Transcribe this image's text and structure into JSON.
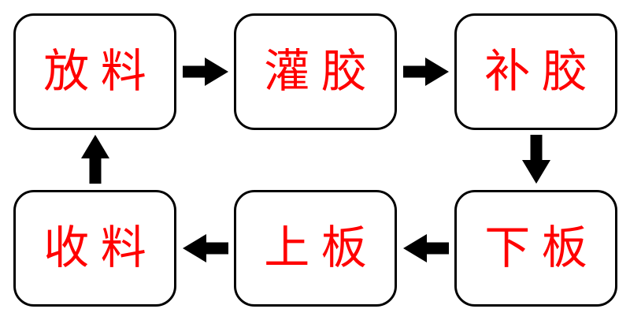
{
  "palette": {
    "background": "#ffffff",
    "node_fill": "#ffffff",
    "node_border": "#000000",
    "label_color": "#ff0000",
    "arrow_color": "#000000"
  },
  "diagram": {
    "type": "flowchart",
    "description": "Cyclic process flow with six steps",
    "nodes": [
      {
        "id": "feed-material",
        "label": "放料"
      },
      {
        "id": "glue-filling",
        "label": "灌胶"
      },
      {
        "id": "glue-refill",
        "label": "补胶"
      },
      {
        "id": "collect-material",
        "label": "收料"
      },
      {
        "id": "load-board",
        "label": "上板"
      },
      {
        "id": "unload-board",
        "label": "下板"
      }
    ],
    "edges": [
      {
        "from": "放料",
        "to": "灌胶",
        "direction": "right"
      },
      {
        "from": "灌胶",
        "to": "补胶",
        "direction": "right"
      },
      {
        "from": "补胶",
        "to": "下板",
        "direction": "down"
      },
      {
        "from": "下板",
        "to": "上板",
        "direction": "left"
      },
      {
        "from": "上板",
        "to": "收料",
        "direction": "left"
      },
      {
        "from": "收料",
        "to": "放料",
        "direction": "up"
      }
    ]
  }
}
